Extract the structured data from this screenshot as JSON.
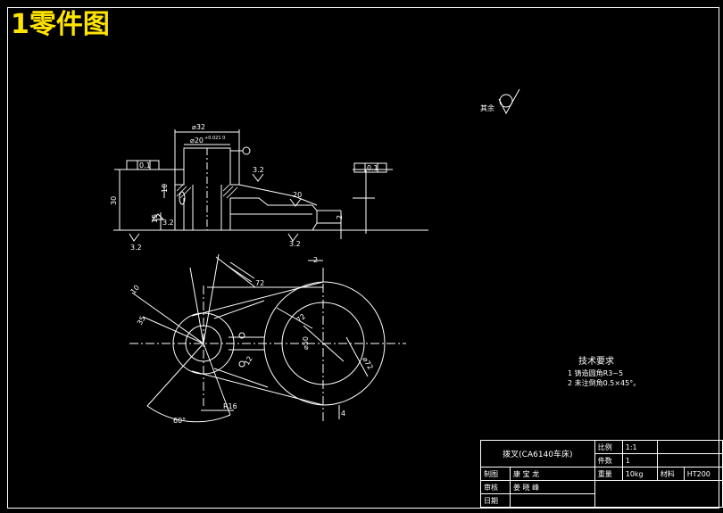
{
  "title": "1零件图",
  "roughness_note": "其余",
  "dims": {
    "d32": "⌀32",
    "d20": "⌀20",
    "d20_tol": "+0.021 0",
    "h10": "10",
    "h30": "30",
    "h15": "15",
    "r32a": "3.2",
    "r32b": "3.2",
    "r32c": "3.2",
    "a20": "20",
    "w2": "2",
    "w2b": "2",
    "tol1": "0.1",
    "tol2": "0.1",
    "fit": "3.2",
    "angle_r": "72",
    "a72": "72",
    "r16": "R16",
    "a60": "60°",
    "a10": "10",
    "d72": "⌀72",
    "a4": "4",
    "a12": "12",
    "a50": "⌀50",
    "a35": "35"
  },
  "tech_requirements": {
    "heading": "技术要求",
    "items": [
      "1 铸造圆角R3~5",
      "2 未注倒角0.5×45°。"
    ]
  },
  "title_block": {
    "part_name": "拨叉(CA6140车床)",
    "scale_label": "比例",
    "scale_value": "1:1",
    "qty_label": "件数",
    "qty_value": "1",
    "weight_label": "重量",
    "weight_value": "10kg",
    "material_label": "材料",
    "material_value": "HT200",
    "drawn_label": "制图",
    "drawn_value": "康 宝 龙",
    "checked_label": "审核",
    "checked_value": "姜 晓 峰",
    "date_label": "日期"
  }
}
